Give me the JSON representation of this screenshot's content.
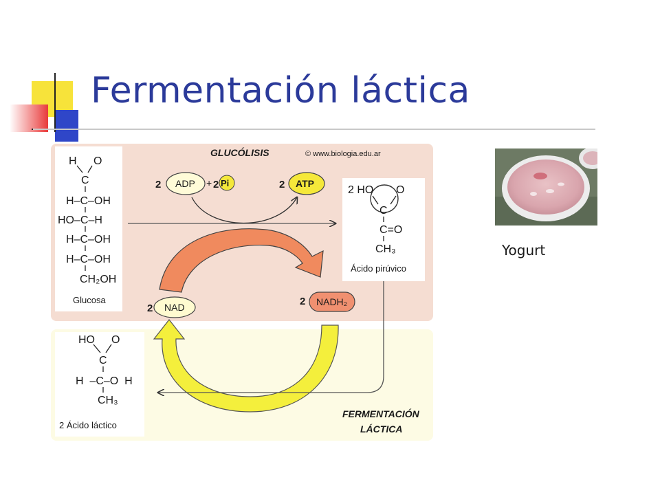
{
  "slide": {
    "title": "Fermentación láctica",
    "image_caption": "Yogurt"
  },
  "diagram": {
    "glycolysis_title": "GLUCÓLISIS",
    "credit": "© www.biologia.edu.ar",
    "fermentation_title_line1": "FERMENTACIÓN",
    "fermentation_title_line2": "LÁCTICA",
    "glucose": {
      "top_h": "H",
      "top_o": "O",
      "c1": "C",
      "row1": "H–C–OH",
      "row2": "HO–C–H",
      "row3": "H–C–OH",
      "row4": "H–C–OH",
      "bottom": "CH₂OH",
      "name": "Glucosa"
    },
    "adp_coef": "2",
    "adp": "ADP",
    "plus": "+",
    "pi_coef": "2",
    "pi": "Pi",
    "atp_coef": "2",
    "atp": "ATP",
    "pyruvate": {
      "coef_ho": "2 HO",
      "o_top": "O",
      "c1": "C",
      "c2": "C=O",
      "ch3": "CH₃",
      "name": "Ácido pirúvico"
    },
    "nad_coef": "2",
    "nad": "NAD",
    "nadh_coef": "2",
    "nadh": "NADH₂",
    "lactate": {
      "ho": "HO",
      "o": "O",
      "c1": "C",
      "row": "H  –C–O  H",
      "ch3": "CH₃",
      "name": "2 Ácido láctico"
    }
  },
  "colors": {
    "title": "#2b3a9a",
    "glycolysis_panel": "#f5ddd2",
    "fermentation_panel": "#fdfbe4",
    "orange_arrow": "#f08a5e",
    "yellow_arrow": "#f4ef3c",
    "atp_badge": "#f5e83a",
    "nadh_badge": "#f09070"
  }
}
